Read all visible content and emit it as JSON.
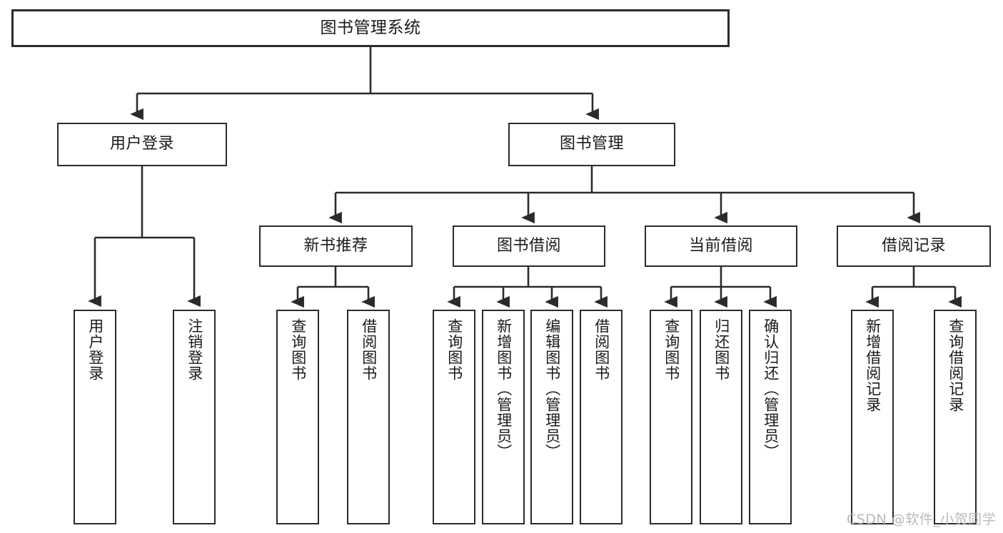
{
  "diagram": {
    "title": "图书管理系统",
    "type": "tree-hierarchy",
    "watermark": "CSDN @软件_小贺同学",
    "colors": {
      "stroke": "#2b2b2b",
      "fill": "#ffffff",
      "text": "#1a1a1a",
      "watermark": "#b9b9b9"
    }
  },
  "nodes": {
    "root": {
      "label": "图书管理系统"
    },
    "level1": [
      {
        "id": "user-login",
        "label": "用户登录"
      },
      {
        "id": "book-management",
        "label": "图书管理"
      }
    ],
    "level2": [
      {
        "id": "new-book-recommend",
        "label": "新书推荐"
      },
      {
        "id": "book-borrow",
        "label": "图书借阅"
      },
      {
        "id": "current-borrow",
        "label": "当前借阅"
      },
      {
        "id": "borrow-record",
        "label": "借阅记录"
      }
    ],
    "leaves": {
      "user-login": [
        {
          "id": "leaf-user-login",
          "label": "用户登录"
        },
        {
          "id": "leaf-logout-login",
          "label": "注销登录"
        }
      ],
      "new-book-recommend": [
        {
          "id": "leaf-query-book-1",
          "label": "查询图书"
        },
        {
          "id": "leaf-borrow-book-1",
          "label": "借阅图书"
        }
      ],
      "book-borrow": [
        {
          "id": "leaf-query-book-2",
          "label": "查询图书"
        },
        {
          "id": "leaf-add-book",
          "label": "新增图书（管理员）"
        },
        {
          "id": "leaf-edit-book",
          "label": "编辑图书（管理员）"
        },
        {
          "id": "leaf-borrow-book-2",
          "label": "借阅图书"
        }
      ],
      "current-borrow": [
        {
          "id": "leaf-query-book-3",
          "label": "查询图书"
        },
        {
          "id": "leaf-return-book",
          "label": "归还图书"
        },
        {
          "id": "leaf-confirm-return",
          "label": "确认归还（管理员）"
        }
      ],
      "borrow-record": [
        {
          "id": "leaf-add-record",
          "label": "新增借阅记录"
        },
        {
          "id": "leaf-query-record",
          "label": "查询借阅记录"
        }
      ]
    }
  }
}
